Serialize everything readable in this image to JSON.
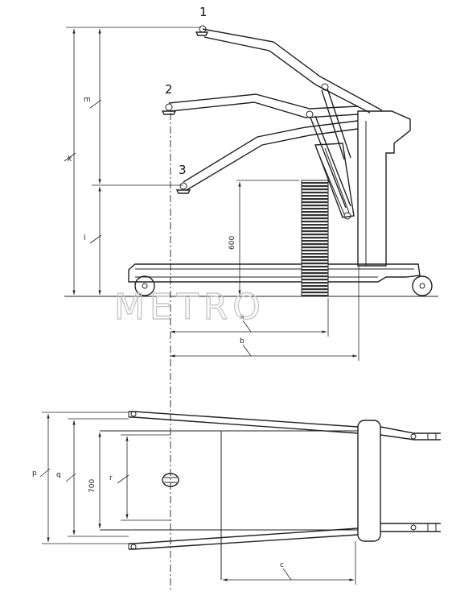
{
  "markers": {
    "p1": "1",
    "p2": "2",
    "p3": "3"
  },
  "dims": {
    "k": "k",
    "m": "m",
    "l": "l",
    "h600": "600",
    "a": "a",
    "b": "b",
    "c": "c",
    "p": "p",
    "q": "q",
    "w700": "700",
    "r": "r"
  },
  "watermark": "METRO"
}
